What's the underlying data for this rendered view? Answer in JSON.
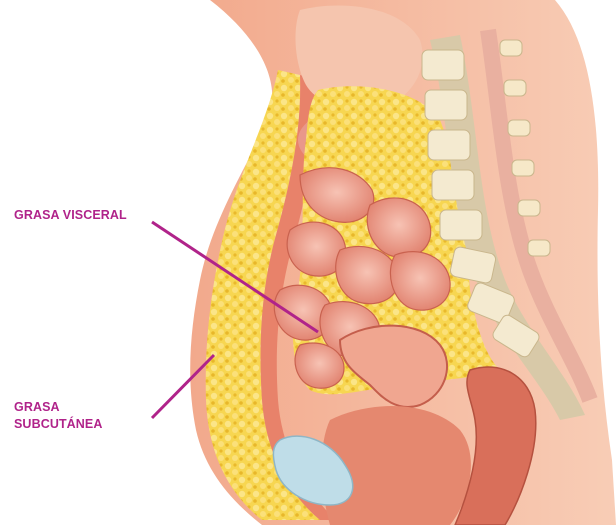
{
  "labels": {
    "visceral": "GRASA VISCERAL",
    "subcutaneous_line1": "GRASA",
    "subcutaneous_line2": "SUBCUTÁNEA"
  },
  "colors": {
    "label_text": "#b0238a",
    "leader_line": "#b0238a",
    "skin": "#f4bca0",
    "fat": "#f6d44a",
    "intestine": "#ef9c8a",
    "spine": "#f4ead0",
    "bladder": "#bfdde8",
    "background": "#ffffff"
  }
}
